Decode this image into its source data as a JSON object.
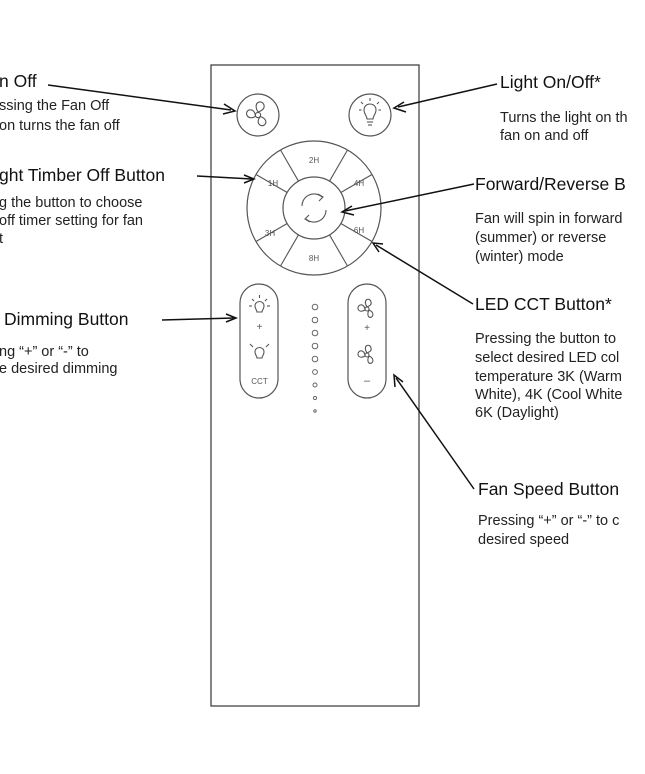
{
  "callouts": {
    "fan_off": {
      "title": "n Off",
      "desc": [
        "ssing the Fan Off",
        "on turns the fan off"
      ]
    },
    "light_onoff": {
      "title": "Light On/Off*",
      "desc": [
        "Turns the light on th",
        "fan on and off"
      ]
    },
    "timer": {
      "title": "ght Timber Off Button",
      "desc": [
        "g the button to choose",
        " off timer setting for fan",
        "t"
      ]
    },
    "forward_reverse": {
      "title": "Forward/Reverse B",
      "desc": [
        "Fan will spin in forward",
        "(summer) or reverse",
        "(winter) mode"
      ]
    },
    "dimming": {
      "title": "Dimming Button",
      "desc": [
        "ng “+” or “-” to",
        "e desired dimming"
      ]
    },
    "led_cct": {
      "title": "LED CCT Button*",
      "desc": [
        "Pressing the button to",
        "select desired LED col",
        "temperature 3K (Warm",
        "White), 4K (Cool White",
        "6K (Daylight)"
      ]
    },
    "fan_speed": {
      "title": "Fan Speed Button",
      "desc": [
        "Pressing “+” or “-” to c",
        "desired speed"
      ]
    }
  },
  "remote": {
    "timer_labels": {
      "top": "2H",
      "upper_left": "1H",
      "upper_right": "4H",
      "lower_left": "3H",
      "lower_right": "6H",
      "bottom": "8H"
    },
    "plus_label": "+",
    "minus_label": "–",
    "cct_label": "CCT"
  }
}
